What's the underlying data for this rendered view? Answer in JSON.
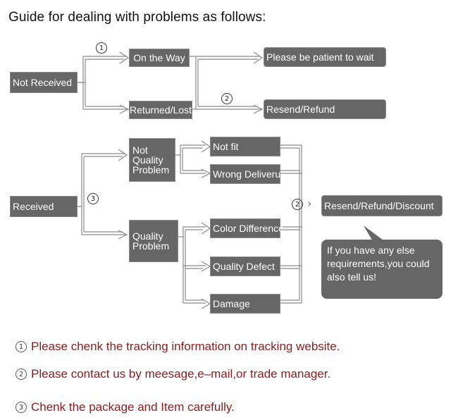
{
  "title": "Guide for dealing with problems as follows:",
  "markers": {
    "one": "1",
    "two": "2",
    "three": "3"
  },
  "nodes": {
    "not_received": "Not Received",
    "on_the_way": "On the Way",
    "returned_lost": "Returned/Lost",
    "please_wait": "Please be patient to wait",
    "resend_refund": "Resend/Refund",
    "received": "Received",
    "not_quality_problem": [
      "Not",
      "Quality",
      "Problem"
    ],
    "quality_problem": [
      "Quality",
      "Problem"
    ],
    "not_fit": "Not fit",
    "wrong_delivery": "Wrong Deliveru",
    "color_difference": "Color Difference",
    "quality_defect": "Quality Defect",
    "damage": "Damage",
    "resend_refund_discount": "Resend/Refund/Discount"
  },
  "bubble": [
    "If you have any else",
    "requirements,you could",
    "also tell us!"
  ],
  "notes": [
    {
      "mark": "1",
      "text": "Please chenk the tracking information on tracking website."
    },
    {
      "mark": "2",
      "text": "Please contact us by meesage,e–mail,or trade manager."
    },
    {
      "mark": "3",
      "text": "Chenk the package and Item carefully."
    }
  ],
  "colors": {
    "box": "#666666",
    "line": "#8a8a8a",
    "note_text": "#8b1c1c"
  }
}
